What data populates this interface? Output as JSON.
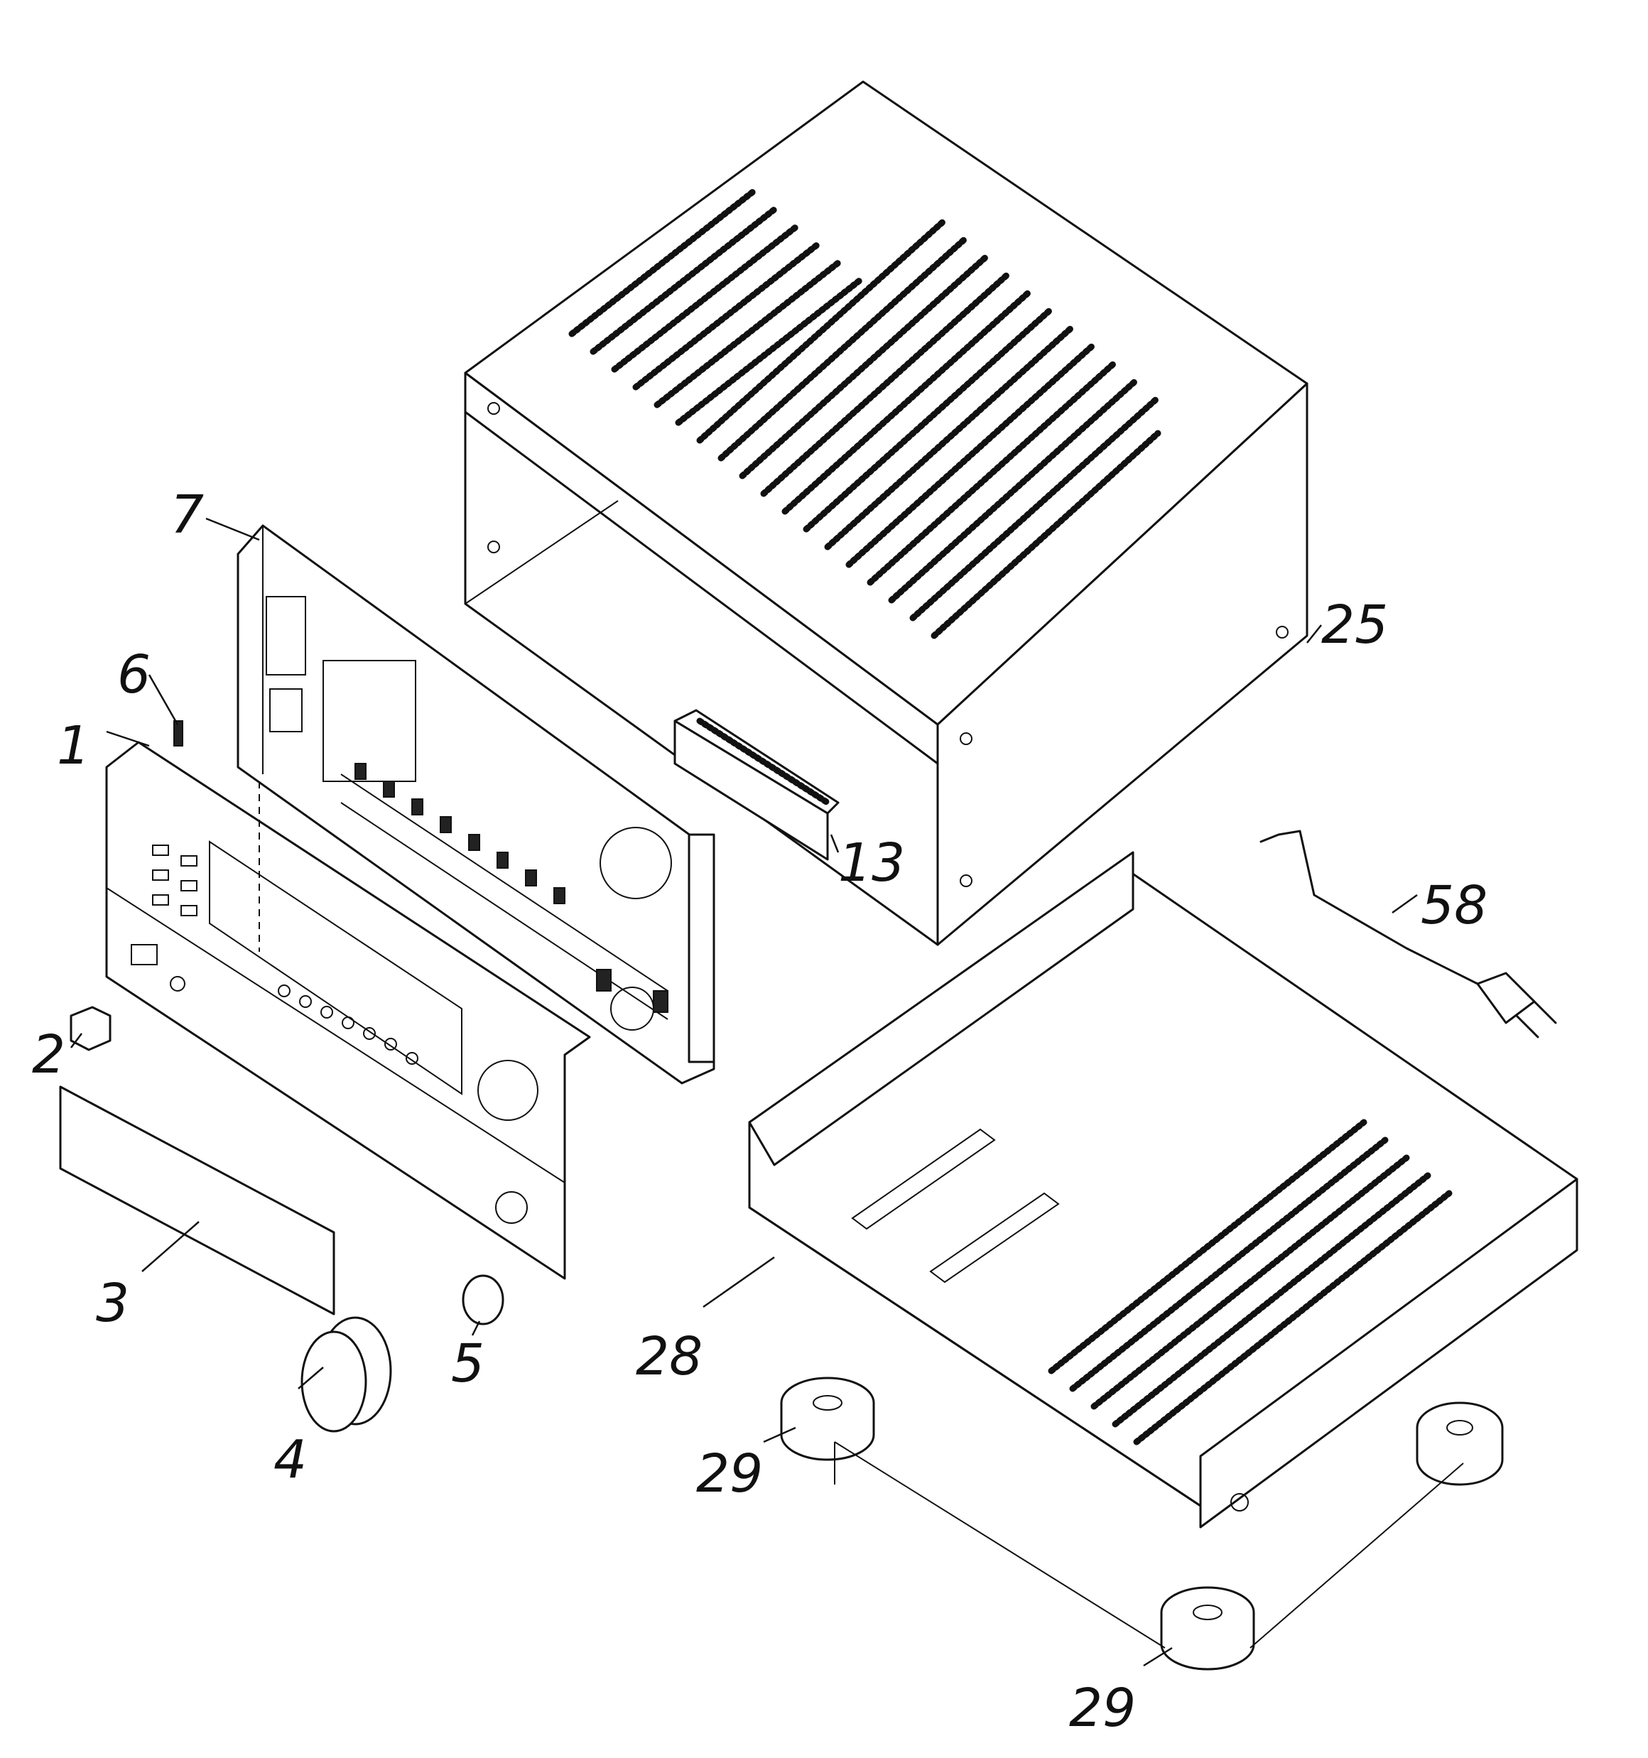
{
  "diagram": {
    "callouts": [
      {
        "id": "1",
        "label": "1"
      },
      {
        "id": "2",
        "label": "2"
      },
      {
        "id": "3",
        "label": "3"
      },
      {
        "id": "4",
        "label": "4"
      },
      {
        "id": "5",
        "label": "5"
      },
      {
        "id": "6",
        "label": "6"
      },
      {
        "id": "7",
        "label": "7"
      },
      {
        "id": "13",
        "label": "13"
      },
      {
        "id": "25",
        "label": "25"
      },
      {
        "id": "28",
        "label": "28"
      },
      {
        "id": "29a",
        "label": "29"
      },
      {
        "id": "29b",
        "label": "29"
      },
      {
        "id": "58",
        "label": "58"
      }
    ]
  }
}
